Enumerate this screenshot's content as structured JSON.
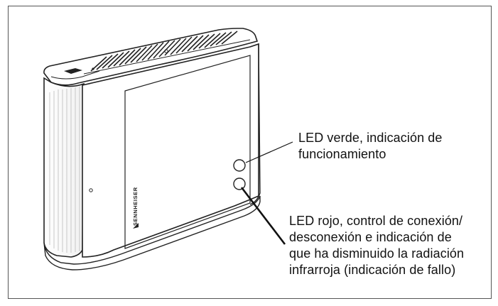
{
  "figure": {
    "brand_text": "SENNHEISER",
    "callouts": {
      "green_led": "LED verde, indicación de\nfuncionamiento",
      "red_led": "LED rojo, control de conexión/\ndesconexión e indicación de\nque ha disminuido la radiación\ninfrarroja (indicación de fallo)"
    }
  }
}
